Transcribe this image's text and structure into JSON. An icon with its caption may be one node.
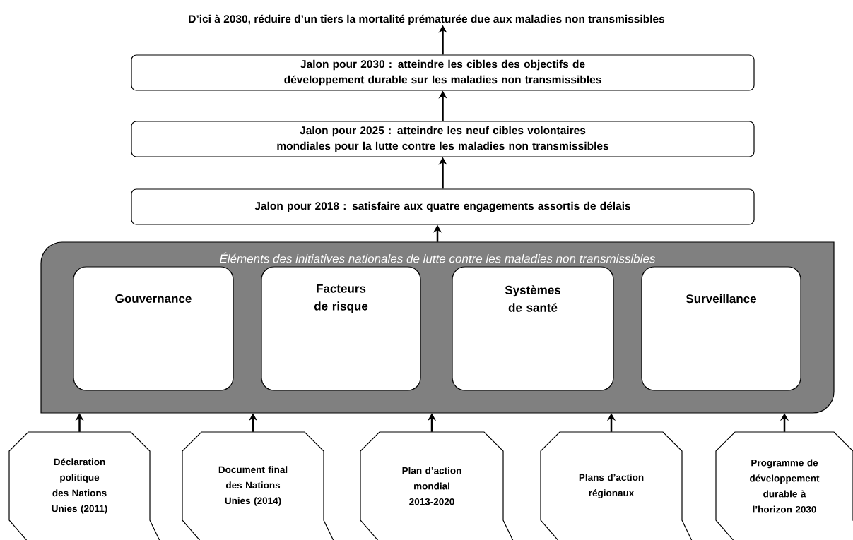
{
  "diagram": {
    "nodes": [
      {
        "text": [
          "D’ici à 2030, réduire d’un tiers la mortalité prématurée due aux maladies non transmissibles"
        ]
      },
      {
        "text": [
          "Jalon pour 2030 : atteindre les cibles des objectifs de développement durable sur les maladies non transmissibles"
        ]
      },
      {
        "text": [
          "Jalon pour 2025 : atteindre les neuf cibles volontaires mondiales pour la lutte contre les maladies non transmissibles"
        ]
      },
      {
        "text": [
          "Jalon pour 2018 : satisfaire aux quatre engagements assortis de délais"
        ]
      },
      {
        "text": [
          "Éléments des initiatives nationales de lutte contre les maladies non transmissibles"
        ]
      },
      {
        "text": [
          "Gouvernance"
        ],
        "in": 4
      },
      {
        "text": [
          "Facteurs de risque"
        ],
        "in": 4
      },
      {
        "text": [
          "Systèmes de santé"
        ],
        "in": 4
      },
      {
        "text": [
          "Surveillance"
        ],
        "in": 4
      },
      {
        "text": [
          "Déclaration politique des Nations Unies (2011)"
        ]
      },
      {
        "text": [
          "Document final des Nations Unies (2014)"
        ]
      },
      {
        "text": [
          "Plan d’action mondial 2013-2020"
        ]
      },
      {
        "text": [
          "Plans d’action régionaux"
        ]
      },
      {
        "text": [
          "Programme de développement durable à l’horizon 2030"
        ]
      }
    ],
    "edges": [
      {
        "from": 1,
        "to": 0,
        "arrow": "to"
      },
      {
        "from": 2,
        "to": 1,
        "arrow": "to"
      },
      {
        "from": 3,
        "to": 2,
        "arrow": "to"
      },
      {
        "from": 4,
        "to": 3,
        "arrow": "to"
      },
      {
        "from": 9,
        "to": 4,
        "arrow": "to"
      },
      {
        "from": 10,
        "to": 4,
        "arrow": "to"
      },
      {
        "from": 11,
        "to": 4,
        "arrow": "to"
      },
      {
        "from": 12,
        "to": 4,
        "arrow": "to"
      },
      {
        "from": 13,
        "to": 4,
        "arrow": "to"
      }
    ]
  }
}
